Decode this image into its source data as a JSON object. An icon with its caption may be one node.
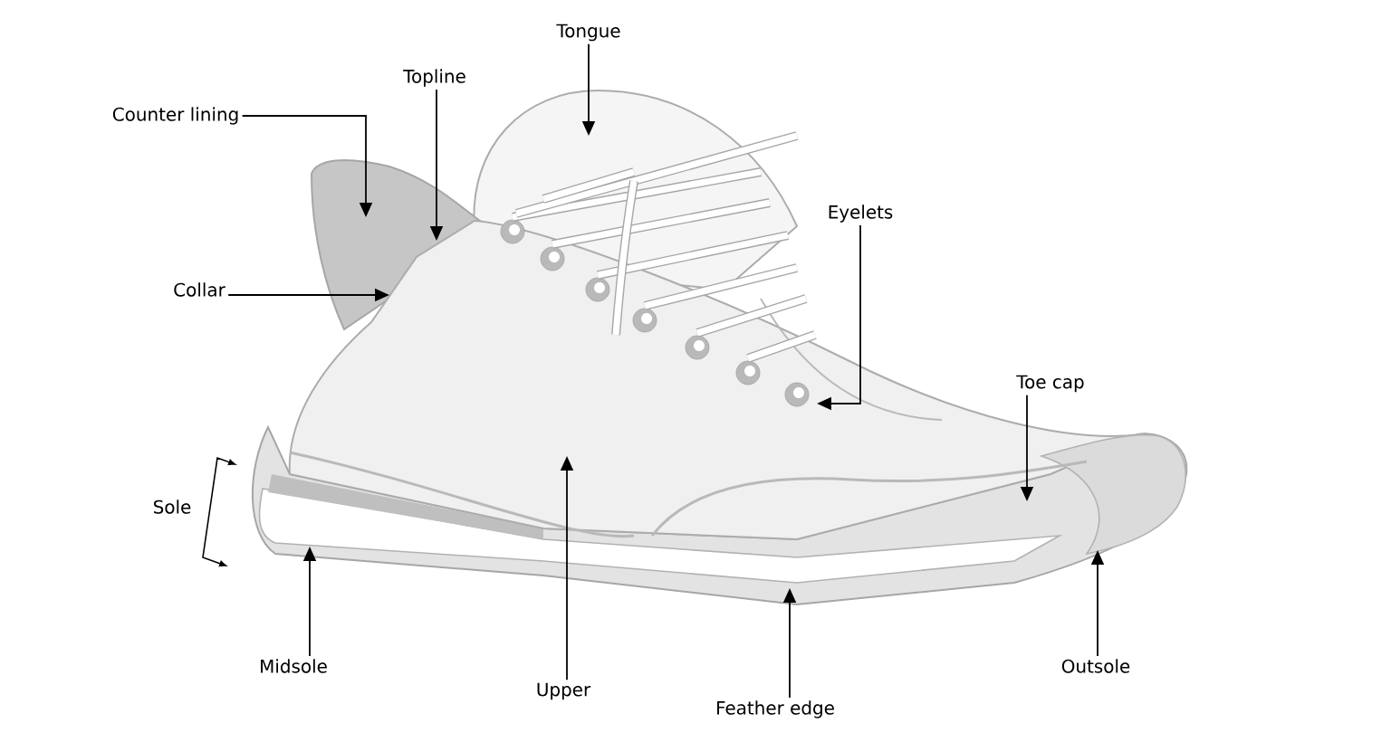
{
  "diagram": {
    "nodes": [
      {
        "text": [
          "Tongue"
        ]
      },
      {
        "text": [
          "Topline"
        ]
      },
      {
        "text": [
          "Counter lining"
        ]
      },
      {
        "text": [
          "Eyelets"
        ]
      },
      {
        "text": [
          "Collar"
        ]
      },
      {
        "text": [
          "Toe cap"
        ]
      },
      {
        "text": [
          "Midsole"
        ]
      },
      {
        "text": [
          "Outsole"
        ]
      },
      {
        "text": [
          "Upper"
        ]
      },
      {
        "text": [
          "Feather edge"
        ]
      }
    ],
    "edges": [
      {
        "from": 0,
        "to": null,
        "arrow": "to"
      },
      {
        "from": 1,
        "to": null,
        "arrow": "to"
      },
      {
        "from": 2,
        "to": null,
        "arrow": "to"
      },
      {
        "from": 3,
        "to": null,
        "arrow": "to"
      },
      {
        "from": 4,
        "to": null,
        "arrow": "to"
      },
      {
        "from": 5,
        "to": null,
        "arrow": "to"
      },
      {
        "from": 6,
        "to": null,
        "arrow": "to"
      },
      {
        "from": 7,
        "to": null,
        "arrow": "to"
      },
      {
        "from": 8,
        "to": null,
        "arrow": "to"
      },
      {
        "from": 9,
        "to": null,
        "arrow": "to"
      }
    ],
    "labels": [
      "Sole"
    ]
  }
}
